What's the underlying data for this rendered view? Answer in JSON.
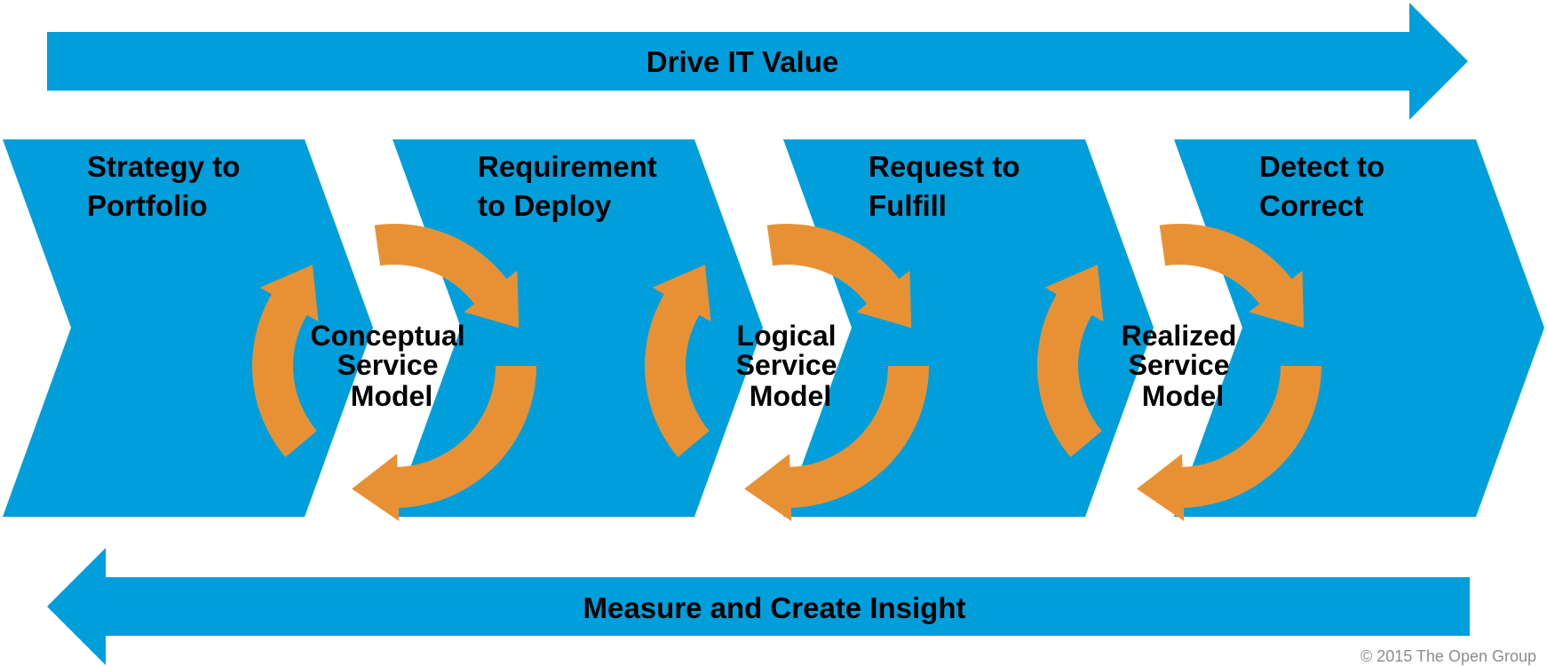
{
  "colors": {
    "blue": "#009fdb",
    "orange": "#e89134",
    "text": "#000000",
    "footer": "#8c8c8c",
    "background": "#ffffff"
  },
  "top_arrow": {
    "label": "Drive IT Value"
  },
  "bottom_arrow": {
    "label": "Measure and Create Insight"
  },
  "value_streams": [
    {
      "line1": "Strategy to",
      "line2": "Portfolio"
    },
    {
      "line1": "Requirement",
      "line2": "to Deploy"
    },
    {
      "line1": "Request to",
      "line2": "Fulfill"
    },
    {
      "line1": "Detect to",
      "line2": "Correct"
    }
  ],
  "service_models": [
    {
      "line1": "Conceptual",
      "line2": "Service",
      "line3": "Model"
    },
    {
      "line1": "Logical",
      "line2": "Service",
      "line3": "Model"
    },
    {
      "line1": "Realized",
      "line2": "Service",
      "line3": "Model"
    }
  ],
  "copyright": "© 2015 The Open Group"
}
